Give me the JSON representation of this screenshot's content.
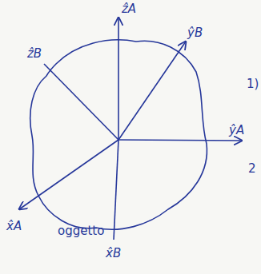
{
  "diagram": {
    "labels": [
      "ẑA",
      "ŷB",
      "ẑB",
      "1)",
      "ŷA",
      "2",
      "x̂A",
      "oggetto",
      "x̂B"
    ]
  }
}
